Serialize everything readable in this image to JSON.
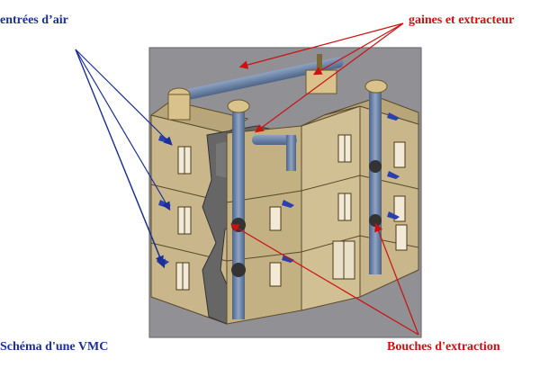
{
  "labels": {
    "air_inlets": "entrées d’air",
    "ducts_extractor": "gaines et extracteur",
    "caption": "Schéma d'une VMC",
    "extraction_vents": "Bouches d'extraction"
  },
  "colors": {
    "inlet_label": "#1a2f9a",
    "extraction_label": "#cc1111",
    "background_panel": "#8a8a8f",
    "wall": "#c9b68a",
    "duct": "#6f86a8",
    "interior": "#6a6a6a"
  },
  "icons": {
    "air_inlet_arrow": "blue-arrow-icon",
    "window": "window-icon",
    "extractor": "extractor-fan-icon"
  }
}
